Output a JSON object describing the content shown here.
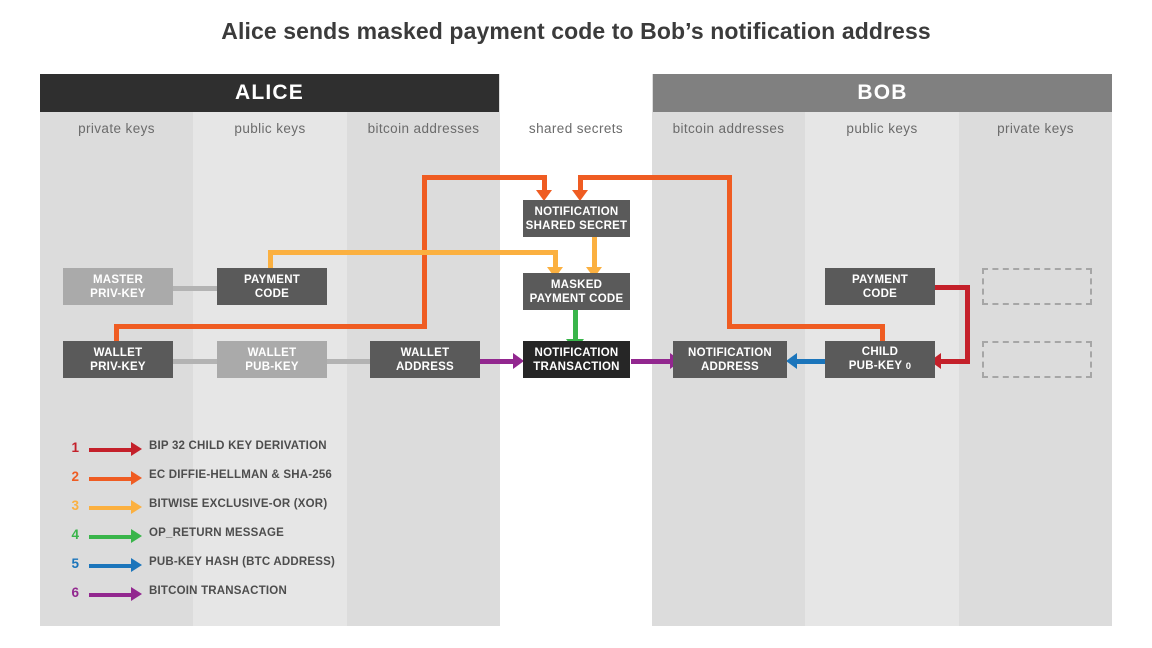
{
  "title": "Alice sends masked payment code to Bob’s notification address",
  "parties": [
    {
      "name": "ALICE",
      "color": "#2f2f2f"
    },
    {
      "name": "BOB",
      "color": "#808080"
    }
  ],
  "columns": [
    {
      "caption": "private keys",
      "shade": "dark"
    },
    {
      "caption": "public keys",
      "shade": "light"
    },
    {
      "caption": "bitcoin addresses",
      "shade": "dark"
    },
    {
      "caption": "shared secrets",
      "shade": "white"
    },
    {
      "caption": "bitcoin addresses",
      "shade": "dark"
    },
    {
      "caption": "public keys",
      "shade": "light"
    },
    {
      "caption": "private keys",
      "shade": "dark"
    }
  ],
  "nodes": [
    {
      "id": "master-priv-key",
      "lines": [
        "MASTER",
        "PRIV-KEY"
      ],
      "style": "muted"
    },
    {
      "id": "alice-payment-code",
      "lines": [
        "PAYMENT",
        "CODE"
      ],
      "style": "dark"
    },
    {
      "id": "notification-shared-secret",
      "lines": [
        "NOTIFICATION",
        "SHARED SECRET"
      ],
      "style": "dark"
    },
    {
      "id": "masked-payment-code",
      "lines": [
        "MASKED",
        "PAYMENT CODE"
      ],
      "style": "dark"
    },
    {
      "id": "bob-payment-code",
      "lines": [
        "PAYMENT",
        "CODE"
      ],
      "style": "dark"
    },
    {
      "id": "wallet-priv-key",
      "lines": [
        "WALLET",
        "PRIV-KEY"
      ],
      "style": "dark"
    },
    {
      "id": "wallet-pub-key",
      "lines": [
        "WALLET",
        "PUB-KEY"
      ],
      "style": "muted"
    },
    {
      "id": "wallet-address",
      "lines": [
        "WALLET",
        "ADDRESS"
      ],
      "style": "dark"
    },
    {
      "id": "notification-transaction",
      "lines": [
        "NOTIFICATION",
        "TRANSACTION"
      ],
      "style": "black"
    },
    {
      "id": "notification-address",
      "lines": [
        "NOTIFICATION",
        "ADDRESS"
      ],
      "style": "dark"
    },
    {
      "id": "child-pub-key-0",
      "lines": [
        "CHILD",
        "PUB-KEY"
      ],
      "subscript": "0",
      "style": "dark"
    },
    {
      "id": "placeholder-top",
      "lines": [],
      "style": "ghost"
    },
    {
      "id": "placeholder-bottom",
      "lines": [],
      "style": "ghost"
    }
  ],
  "legend": [
    {
      "num": "1",
      "label": "BIP 32 CHILD KEY DERIVATION",
      "color": "#c4202a"
    },
    {
      "num": "2",
      "label": "EC DIFFIE-HELLMAN & SHA-256",
      "color": "#ef5c22"
    },
    {
      "num": "3",
      "label": "BITWISE EXCLUSIVE-OR (XOR)",
      "color": "#fbb040"
    },
    {
      "num": "4",
      "label": "OP_RETURN MESSAGE",
      "color": "#39b54a"
    },
    {
      "num": "5",
      "label": "PUB-KEY HASH (BTC ADDRESS)",
      "color": "#1b75bb"
    },
    {
      "num": "6",
      "label": "BITCOIN TRANSACTION",
      "color": "#92278f"
    }
  ],
  "palette": {
    "red": "#c4202a",
    "orange": "#ef5c22",
    "amber": "#fbb040",
    "green": "#39b54a",
    "blue": "#1b75bb",
    "purple": "#92278f",
    "grey_wire": "#b3b3b3",
    "node_dark": "#5a5a5a",
    "node_black": "#262626",
    "node_muted": "#aaaaaa",
    "band_dark": "#dcdcdc",
    "band_light": "#e6e6e6"
  }
}
